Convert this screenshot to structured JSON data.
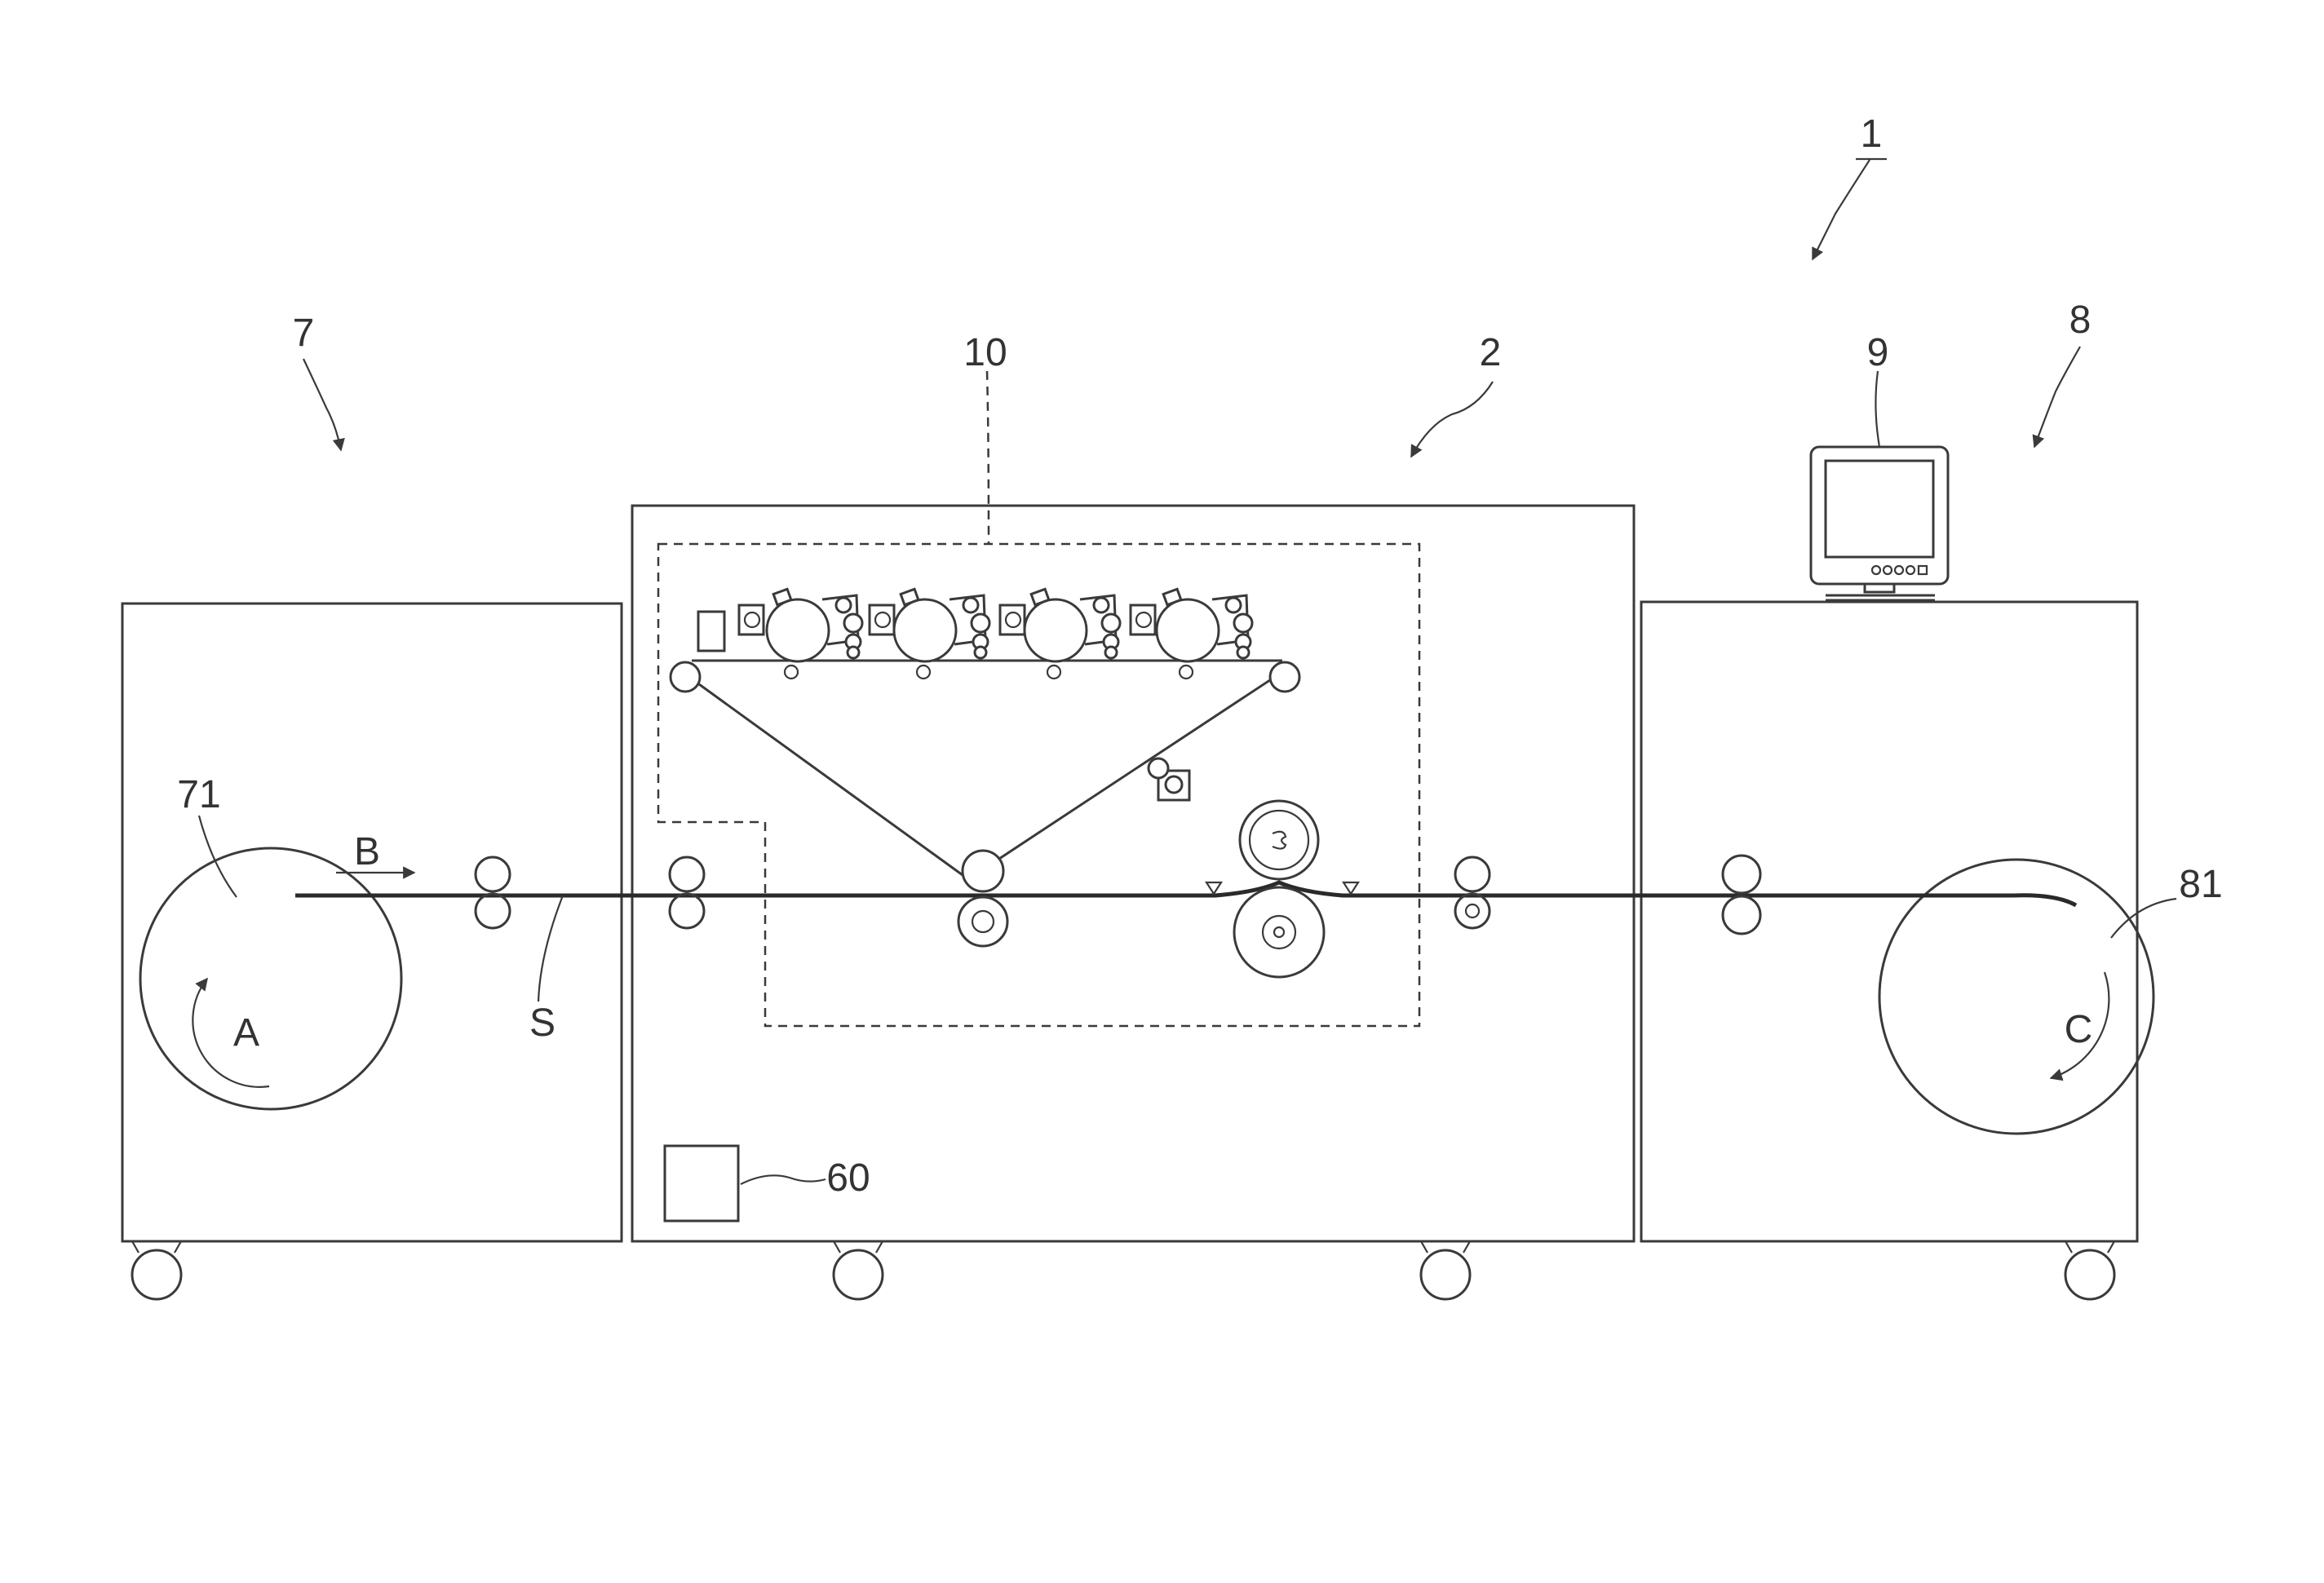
{
  "diagram": {
    "title": "",
    "colors": {
      "line": "#3a3a3a",
      "background": "#ffffff",
      "label": "#333333"
    },
    "labels": {
      "apparatus": "1",
      "image_forming_unit": "2",
      "feeding_unit": "7",
      "winding_unit": "8",
      "operation_display": "9",
      "image_forming_section": "10",
      "controller": "60",
      "feed_roll": "71",
      "winding_roll": "81",
      "web": "S",
      "feed_rotation": "A",
      "transport_direction": "B",
      "winding_rotation": "C"
    }
  }
}
